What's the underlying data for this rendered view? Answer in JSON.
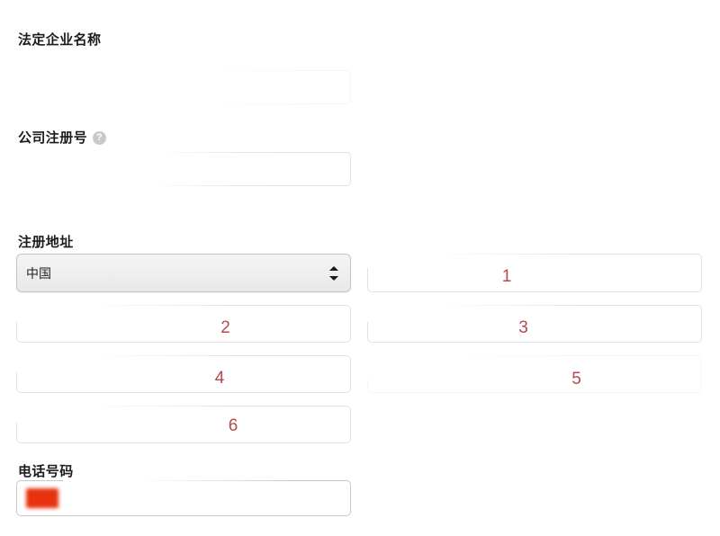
{
  "form": {
    "sections": [
      {
        "id": "legal-business-name",
        "label": "法定企业名称",
        "input_value": "",
        "placeholder": ""
      },
      {
        "id": "company-registration-number",
        "label": "公司注册号",
        "help_icon": "help-circle-icon",
        "help_glyph": "?",
        "input_value": "",
        "placeholder": ""
      },
      {
        "id": "registered-address",
        "label": "注册地址",
        "country_select": {
          "selected": "中国",
          "icon": "stepper-updown-icon"
        }
      },
      {
        "id": "phone-number",
        "label": "电话号码",
        "flag_icon": "china-flag-icon",
        "input_value": "",
        "placeholder": ""
      }
    ],
    "address_fields": [
      {
        "marker": "1",
        "column": "right",
        "row": 1
      },
      {
        "marker": "2",
        "column": "left",
        "row": 2
      },
      {
        "marker": "3",
        "column": "right",
        "row": 2
      },
      {
        "marker": "4",
        "column": "left",
        "row": 3
      },
      {
        "marker": "5",
        "column": "right",
        "row": 3
      },
      {
        "marker": "6",
        "column": "left",
        "row": 4
      }
    ]
  },
  "colors": {
    "marker_red": "#b54a4a",
    "flag_red": "#e8310f",
    "label_text": "#1c1c1e",
    "input_border": "#c8c8c8",
    "select_bg": "#ececec",
    "page_bg": "#ffffff"
  }
}
